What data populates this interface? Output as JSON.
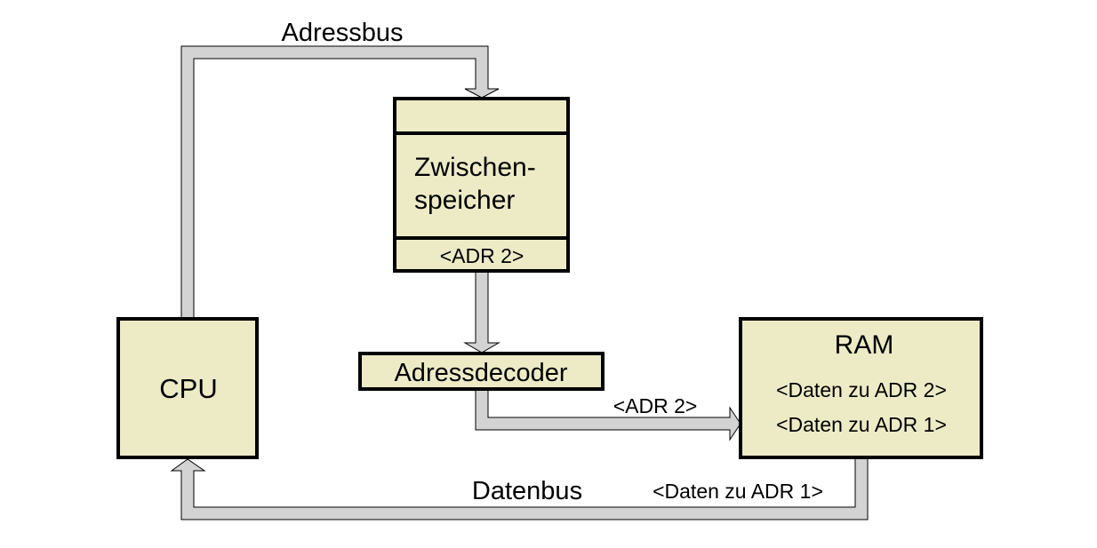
{
  "labels": {
    "address_bus": "Adressbus",
    "data_bus": "Datenbus",
    "cpu": "CPU",
    "latch_line1": "Zwischen-",
    "latch_line2": "speicher",
    "latch_addr": "<ADR 2>",
    "decoder": "Adressdecoder",
    "decoder_out": "<ADR 2>",
    "ram_title": "RAM",
    "ram_row1": "<Daten zu ADR 2>",
    "ram_row2": "<Daten zu ADR 1>",
    "data_bus_value": "<Daten zu ADR 1>"
  },
  "colors": {
    "block_fill": "#ecebc6",
    "bus_fill": "#d3d3d3",
    "outline": "#000000"
  }
}
